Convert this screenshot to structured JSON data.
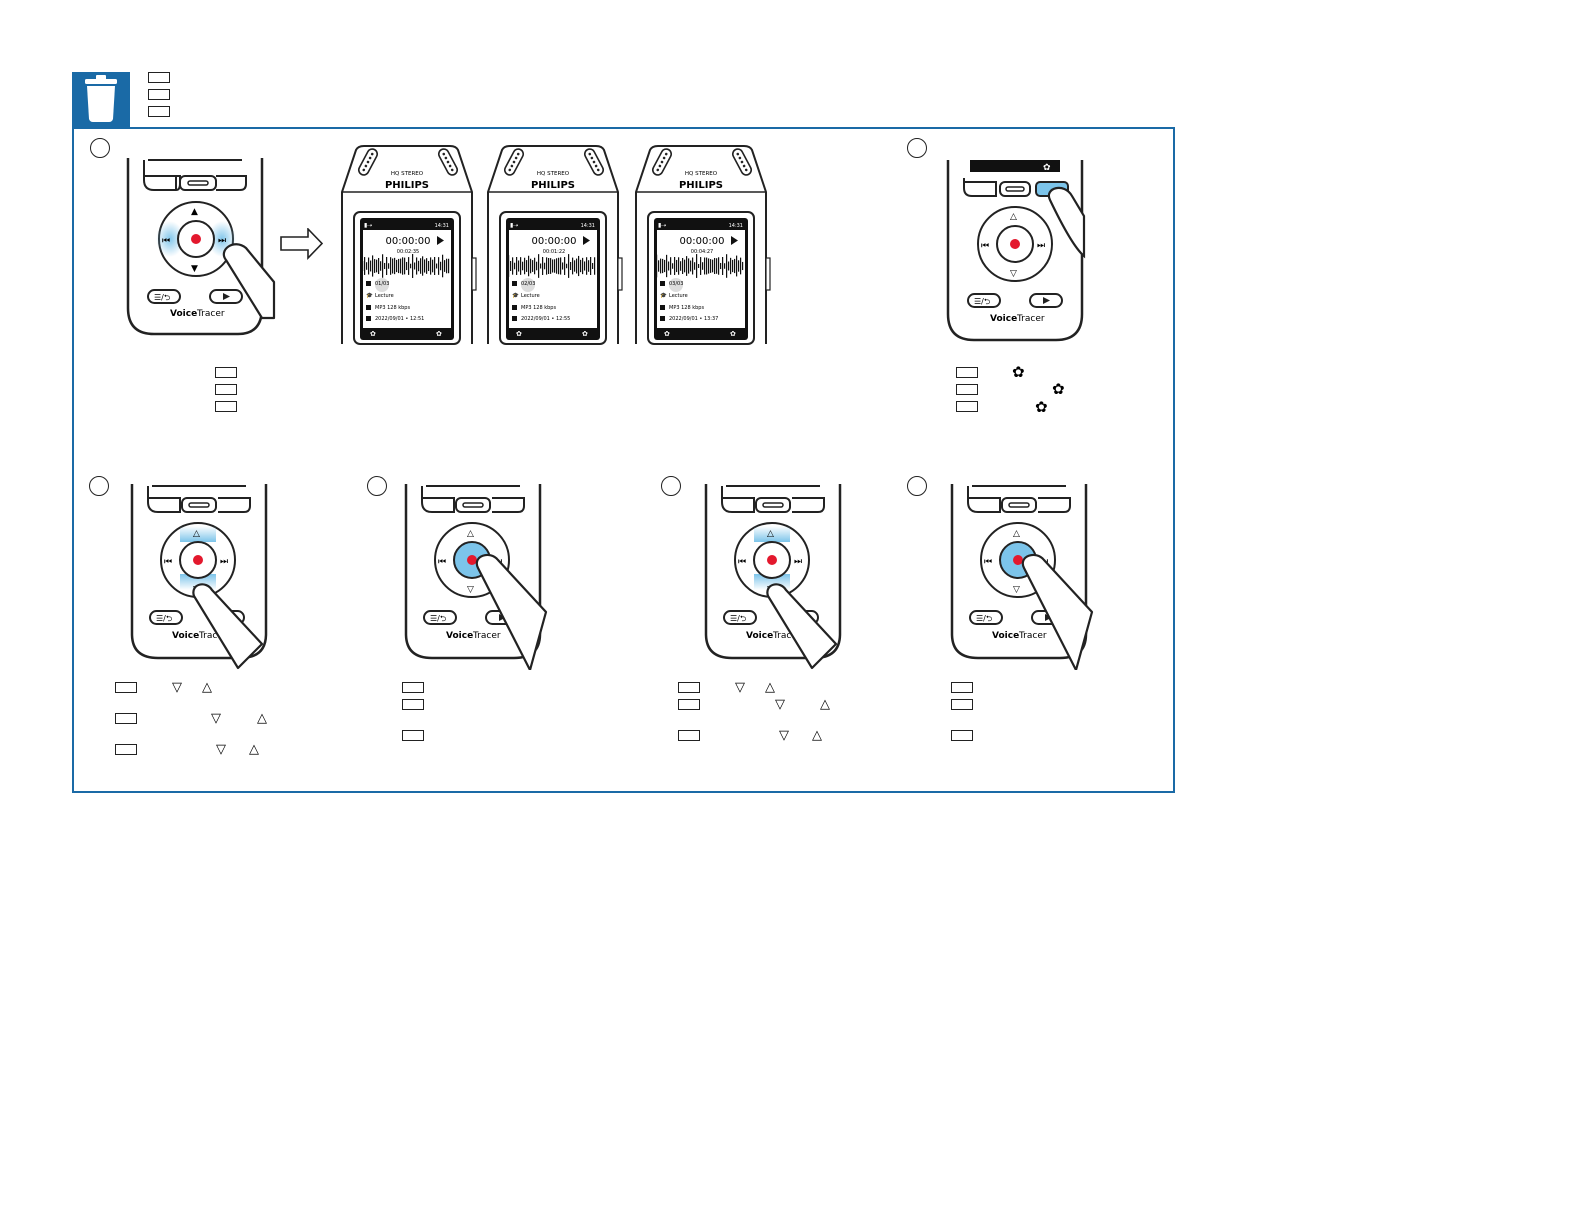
{
  "accent_color": "#1a6aa6",
  "highlight_color": "#7cc4ea",
  "record_color": "#e3182d",
  "header": {
    "icon": "trash-icon"
  },
  "device_label": {
    "brand_strong": "Voice",
    "brand_light": "Tracer"
  },
  "recorder": {
    "top_label": "HQ STEREO",
    "brand": "PHILIPS",
    "clock": "14:31",
    "counter": "00:00:00",
    "category": "Lecture",
    "format": "MP3 128 kbps"
  },
  "screens": [
    {
      "duration": "00:02:35",
      "file": "01/03",
      "date": "2022/09/01 • 12:51"
    },
    {
      "duration": "00:01:22",
      "file": "02/03",
      "date": "2022/09/01 • 12:55"
    },
    {
      "duration": "00:04:27",
      "file": "03/03",
      "date": "2022/09/01 • 13:37"
    }
  ],
  "icons": {
    "settings": "gear-icon",
    "down": "triangle-down-icon",
    "up": "triangle-up-icon",
    "arrow": "arrow-right-icon"
  }
}
